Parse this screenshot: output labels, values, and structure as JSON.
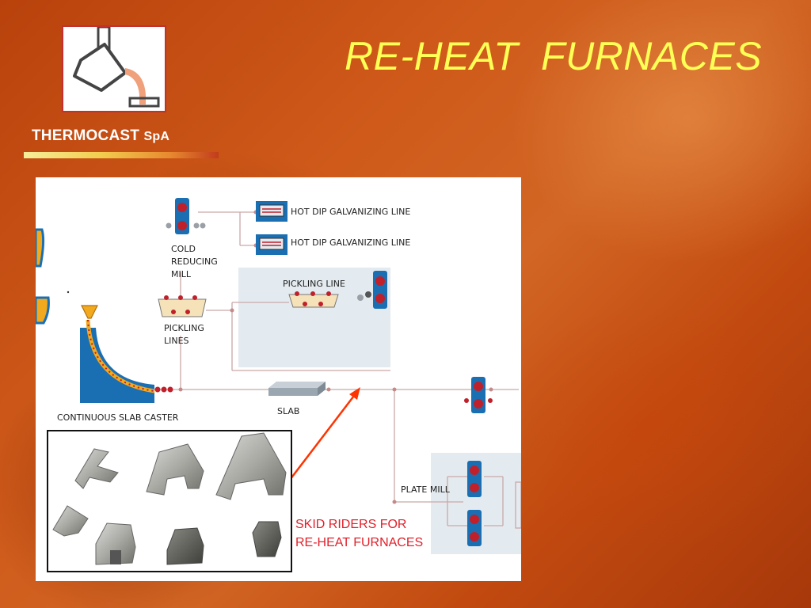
{
  "slide": {
    "title": "RE-HEAT  FURNACES",
    "brand_name": "THERMOCAST",
    "brand_suffix": "SpA"
  },
  "diagram": {
    "labels": {
      "galv1": "HOT DIP GALVANIZING LINE",
      "galv2": "HOT DIP GALVANIZING LINE",
      "crm1": "COLD",
      "crm2": "REDUCING",
      "crm3": "MILL",
      "pickling_line": "PICKLING LINE",
      "pickling_lines1": "PICKLING",
      "pickling_lines2": "LINES",
      "caster": "CONTINUOUS SLAB CASTER",
      "slab": "SLAB",
      "plate_mill": "PLATE MILL"
    },
    "caption": {
      "line1": "SKID RIDERS FOR",
      "line2": "RE-HEAT FURNACES"
    }
  },
  "colors": {
    "title": "#ffff55",
    "caption": "#e0202a",
    "arrow": "#ff3300",
    "equipment_blue": "#1a6fb3",
    "roll_red": "#c0202a"
  }
}
